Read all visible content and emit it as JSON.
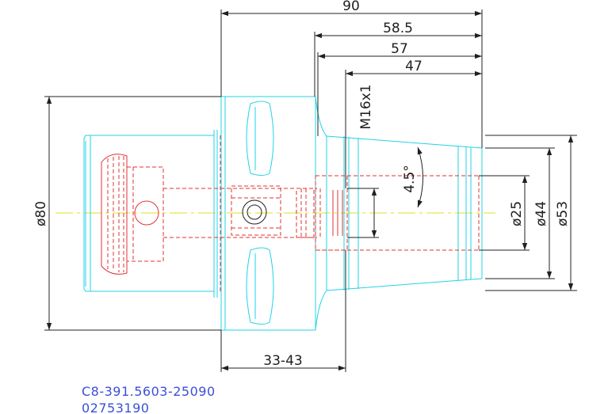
{
  "dimensions": {
    "overall_length": "90",
    "len_58_5": "58.5",
    "len_57": "57",
    "len_47": "47",
    "thread": "M16x1",
    "taper_angle": "4.5°",
    "dia_25": "ø25",
    "dia_44": "ø44",
    "dia_53": "ø53",
    "dia_80": "ø80",
    "clamp_range": "33-43"
  },
  "caption": {
    "part_number": "C8-391.5603-25090",
    "order_number": "02753190"
  },
  "colors": {
    "outline": "#21d3e6",
    "hidden": "#e33232",
    "dimension": "#202020",
    "centerline": "#e3df1e",
    "caption": "#3b4fd8"
  }
}
